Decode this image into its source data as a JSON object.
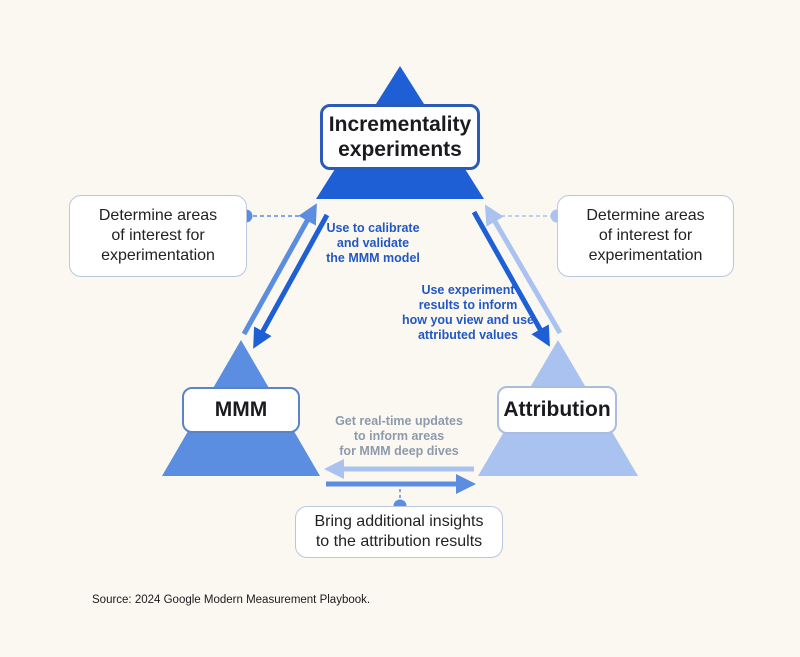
{
  "colors": {
    "background": "#fbf8f1",
    "incrementality": "#1f5fd6",
    "mmm": "#5b8de0",
    "attribution": "#a9c2ef",
    "arrow_dark": "#1f5fd6",
    "arrow_medium": "#5b8de0",
    "arrow_light": "#a9c2ef",
    "annotation_blue": "#2258c4",
    "annotation_gray": "#8d9aae"
  },
  "nodes": {
    "incrementality": {
      "lines": [
        "Incrementality",
        "experiments"
      ]
    },
    "mmm": {
      "label": "MMM"
    },
    "attribution": {
      "label": "Attribution"
    }
  },
  "notes": {
    "left": {
      "lines": [
        "Determine areas",
        "of interest for",
        "experimentation"
      ]
    },
    "right": {
      "lines": [
        "Determine areas",
        "of interest for",
        "experimentation"
      ]
    },
    "bottom": {
      "lines": [
        "Bring additional insights",
        "to the attribution results"
      ]
    }
  },
  "edge_labels": {
    "calibrate": {
      "lines": [
        "Use to calibrate",
        "and validate",
        "the MMM model"
      ]
    },
    "experiment": {
      "lines": [
        "Use experiment",
        "results to inform",
        "how you view and use",
        "attributed values"
      ]
    },
    "realtime": {
      "lines": [
        "Get real-time updates",
        "to inform areas",
        "for MMM deep dives"
      ]
    }
  },
  "source": "Source: 2024 Google Modern Measurement Playbook."
}
